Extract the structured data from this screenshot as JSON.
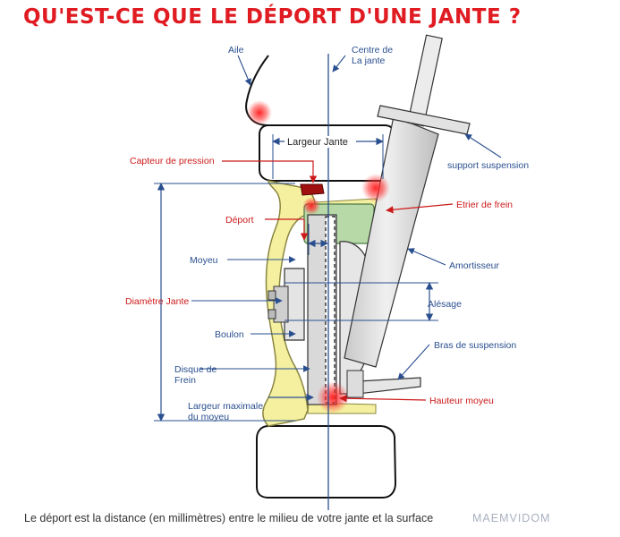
{
  "title": "QU'EST-CE QUE LE DÉPORT D'UNE JANTE ?",
  "labels": {
    "aile": "Aile",
    "centre_1": "Centre de",
    "centre_2": "La jante",
    "largeur_jante": "Largeur   Jante",
    "capteur": "Capteur de pression",
    "support": "support suspension",
    "etrier": "Etrier de frein",
    "deport": "Déport",
    "moyeu": "Moyeu",
    "amortisseur": "Amortisseur",
    "diametre": "Diamètre Jante",
    "alesage": "Alésage",
    "boulon": "Boulon",
    "bras": "Bras de suspension",
    "disque_1": "Disque de",
    "disque_2": "Frein",
    "hauteur": "Hauteur moyeu",
    "largeur_max_1": "Largeur maximale",
    "largeur_max_2": "du moyeu"
  },
  "caption": "Le déport est la distance (en millimètres) entre le milieu de votre jante et la surface",
  "watermark": "MAEMVIDOM",
  "colors": {
    "title": "#e01b22",
    "label_blue": "#2a4f8f",
    "label_red": "#cc1a1a",
    "rim_yellow": "#f4f0a0",
    "hub_green": "#b7d9a8",
    "metal_grey": "#dcdcdc",
    "highlight": "#ff2020"
  }
}
